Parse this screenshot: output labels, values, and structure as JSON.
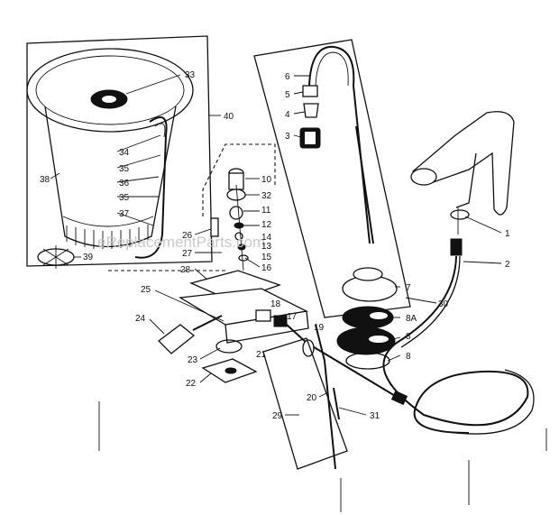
{
  "watermark": "eReplacementParts.com",
  "callouts": [
    {
      "id": "33",
      "text": "33"
    },
    {
      "id": "40",
      "text": "40"
    },
    {
      "id": "34",
      "text": "34"
    },
    {
      "id": "35a",
      "text": "35"
    },
    {
      "id": "36",
      "text": "36"
    },
    {
      "id": "35b",
      "text": "35"
    },
    {
      "id": "37",
      "text": "37"
    },
    {
      "id": "38",
      "text": "38"
    },
    {
      "id": "39",
      "text": "39"
    },
    {
      "id": "6",
      "text": "6"
    },
    {
      "id": "5",
      "text": "5"
    },
    {
      "id": "4",
      "text": "4"
    },
    {
      "id": "3",
      "text": "3"
    },
    {
      "id": "10",
      "text": "10"
    },
    {
      "id": "32",
      "text": "32"
    },
    {
      "id": "11",
      "text": "11"
    },
    {
      "id": "12",
      "text": "12"
    },
    {
      "id": "14",
      "text": "14"
    },
    {
      "id": "13",
      "text": "13"
    },
    {
      "id": "15",
      "text": "15"
    },
    {
      "id": "16",
      "text": "16"
    },
    {
      "id": "26",
      "text": "26"
    },
    {
      "id": "27",
      "text": "27"
    },
    {
      "id": "28",
      "text": "28"
    },
    {
      "id": "25",
      "text": "25"
    },
    {
      "id": "24",
      "text": "24"
    },
    {
      "id": "18",
      "text": "18"
    },
    {
      "id": "17",
      "text": "17"
    },
    {
      "id": "19",
      "text": "19"
    },
    {
      "id": "21",
      "text": "21"
    },
    {
      "id": "23",
      "text": "23"
    },
    {
      "id": "22",
      "text": "22"
    },
    {
      "id": "20",
      "text": "20"
    },
    {
      "id": "29",
      "text": "29"
    },
    {
      "id": "31",
      "text": "31"
    },
    {
      "id": "7",
      "text": "7"
    },
    {
      "id": "8A",
      "text": "8A"
    },
    {
      "id": "8a",
      "text": "8"
    },
    {
      "id": "8b",
      "text": "8"
    },
    {
      "id": "30",
      "text": "30"
    },
    {
      "id": "1",
      "text": "1"
    },
    {
      "id": "2",
      "text": "2"
    }
  ]
}
